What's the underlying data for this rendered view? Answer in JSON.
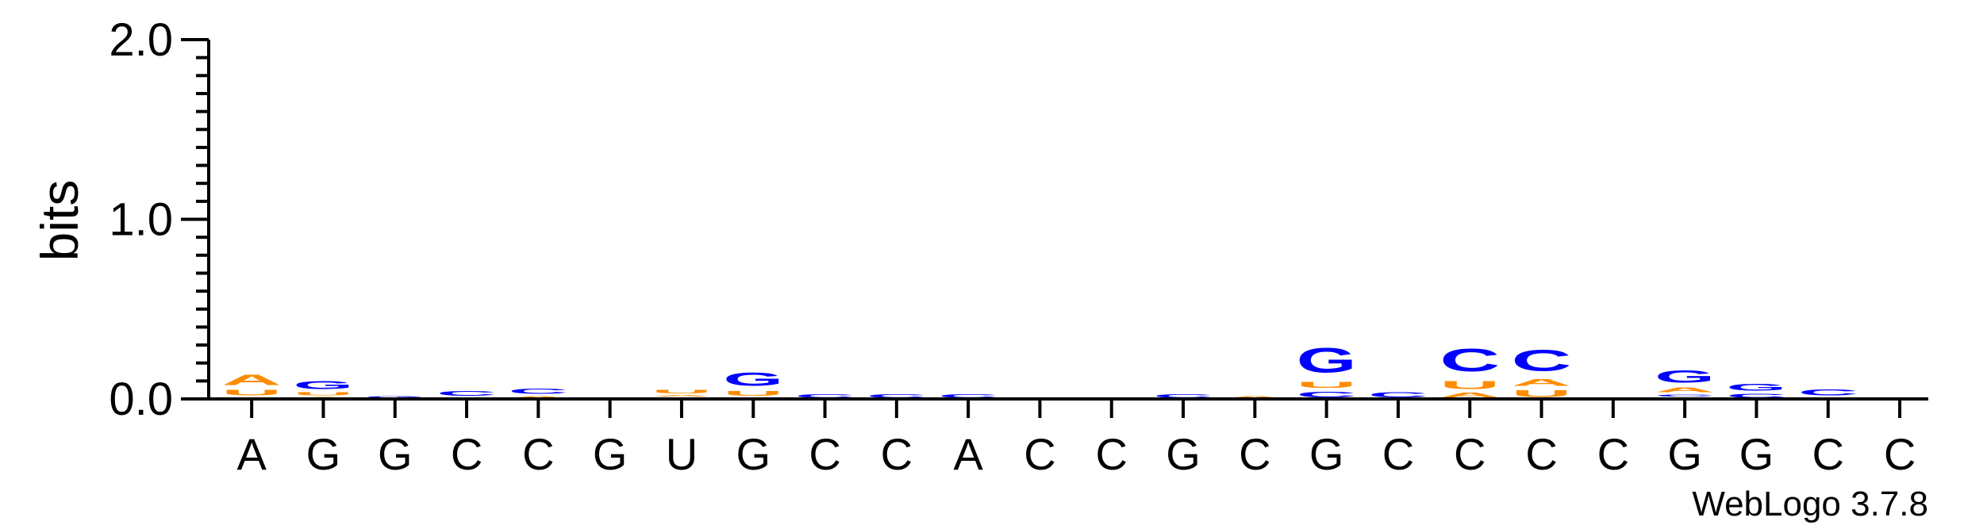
{
  "chart_data": {
    "type": "sequence-logo",
    "ylabel": "bits",
    "ylim": [
      0,
      2.0
    ],
    "yticks": [
      "0.0",
      "1.0",
      "2.0"
    ],
    "colors": {
      "A": "#ff8c00",
      "U": "#ff8c00",
      "G": "#0000ff",
      "C": "#0000ff"
    },
    "xlabels": [
      "A",
      "G",
      "G",
      "C",
      "C",
      "G",
      "U",
      "G",
      "C",
      "C",
      "A",
      "C",
      "C",
      "G",
      "C",
      "G",
      "C",
      "C",
      "C",
      "C",
      "G",
      "G",
      "C",
      "C"
    ],
    "stacks": [
      [
        [
          "C",
          0.01
        ],
        [
          "U",
          0.05
        ],
        [
          "A",
          0.09
        ]
      ],
      [
        [
          "A",
          0.015
        ],
        [
          "U",
          0.025
        ],
        [
          "G",
          0.075
        ]
      ],
      [
        [
          "G",
          0.02
        ]
      ],
      [
        [
          "G",
          0.01
        ],
        [
          "C",
          0.04
        ]
      ],
      [
        [
          "A",
          0.02
        ],
        [
          "C",
          0.045
        ]
      ],
      [],
      [
        [
          "C",
          0.01
        ],
        [
          "A",
          0.015
        ],
        [
          "U",
          0.03
        ]
      ],
      [
        [
          "A",
          0.01
        ],
        [
          "U",
          0.04
        ],
        [
          "G",
          0.12
        ]
      ],
      [
        [
          "C",
          0.03
        ]
      ],
      [
        [
          "C",
          0.03
        ]
      ],
      [
        [
          "C",
          0.03
        ]
      ],
      [],
      [],
      [
        [
          "C",
          0.03
        ]
      ],
      [
        [
          "A",
          0.02
        ]
      ],
      [
        [
          "C",
          0.05
        ],
        [
          "U",
          0.055
        ],
        [
          "G",
          0.22
        ]
      ],
      [
        [
          "C",
          0.045
        ]
      ],
      [
        [
          "A",
          0.04
        ],
        [
          "U",
          0.075
        ],
        [
          "C",
          0.2
        ]
      ],
      [
        [
          "U",
          0.06
        ],
        [
          "A",
          0.06
        ],
        [
          "C",
          0.19
        ]
      ],
      [],
      [
        [
          "U",
          0.01
        ],
        [
          "C",
          0.02
        ],
        [
          "A",
          0.04
        ],
        [
          "G",
          0.11
        ]
      ],
      [
        [
          "C",
          0.035
        ],
        [
          "G",
          0.06
        ]
      ],
      [
        [
          "A",
          0.01
        ],
        [
          "C",
          0.055
        ]
      ],
      []
    ]
  },
  "footer": {
    "credit": "WebLogo 3.7.8"
  }
}
